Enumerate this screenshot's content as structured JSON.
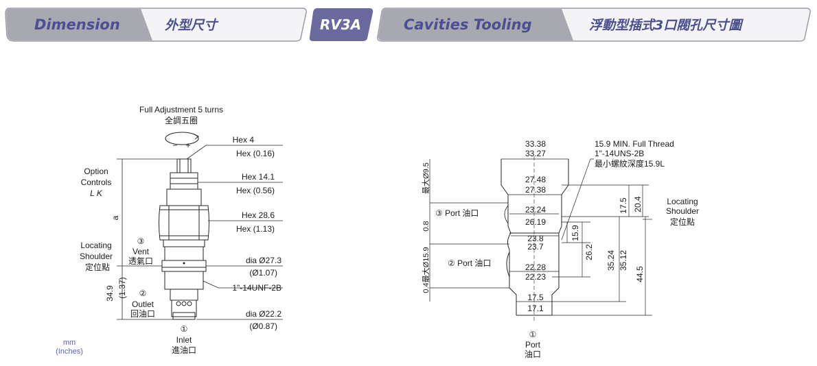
{
  "header": {
    "dimension_en": "Dimension",
    "dimension_cn": "外型尺寸",
    "model": "RV3A",
    "cavities_en": "Cavities Tooling",
    "cavities_cn": "浮動型插式3口閥孔尺寸圖",
    "colors": {
      "tab_grey": "#a8a8b0",
      "tab_dark": "#6a6a9e",
      "text_blue": "#4b4f8f"
    }
  },
  "left": {
    "adjust_en": "Full Adjustment 5 turns",
    "adjust_cn": "全調五圈",
    "minus": "−",
    "plus": "+",
    "hex4": "Hex 4",
    "hex4_in": "Hex (0.16)",
    "hex14": "Hex 14.1",
    "hex14_in": "Hex (0.56)",
    "hex28": "Hex 28.6",
    "hex28_in": "Hex (1.13)",
    "dia27": "dia  Ø27.3",
    "dia27_in": "(Ø1.07)",
    "thread": "1\"-14UNF-2B",
    "dia22": "dia  Ø22.2",
    "dia22_in": "(Ø0.87)",
    "option1": "Option",
    "option2": "Controls",
    "option3": "L    K",
    "dim_a": "a",
    "locating1": "Locating",
    "locating2": "Shoulder",
    "locating_cn": "定位點",
    "vent_num": "③",
    "vent_en": "Vent",
    "vent_cn": "透氣口",
    "dim_349": "34.9",
    "dim_137": "(1.37)",
    "outlet_num": "②",
    "outlet_en": "Outlet",
    "outlet_cn": "回油口",
    "inlet_num": "①",
    "inlet_en": "Inlet",
    "inlet_cn": "進油口",
    "units1": "mm",
    "units2": "(Inches)"
  },
  "right": {
    "d3338": "33.38",
    "d3327": "33.27",
    "thread1": "15.9 MIN. Full Thread",
    "thread2": "1\"-14UNS-2B",
    "thread_cn": "最小螺紋深度15.9L",
    "d2748": "27.48",
    "d2738": "27.38",
    "port3": "③ Port 油口",
    "d2324": "23.24",
    "d2619": "26.19",
    "d238": "23.8",
    "d237": "23.7",
    "port2": "② Port 油口",
    "d2228": "22.28",
    "d2223": "22.23",
    "d175": "17.5",
    "d171": "17.1",
    "v175": "17.5",
    "v204": "20.4",
    "v159": "15.9",
    "v262": "26.2",
    "v3524": "35.24",
    "v3512": "35.12",
    "v445": "44.5",
    "locating1": "Locating",
    "locating2": "Shoulder",
    "locating_cn": "定位點",
    "left_vert_top": "最大Ø9.5",
    "left_vert_08": "0.8",
    "left_vert_bot": "0.4最大Ø15.9",
    "port1_num": "①",
    "port1_en": "Port",
    "port1_cn": "油口"
  }
}
